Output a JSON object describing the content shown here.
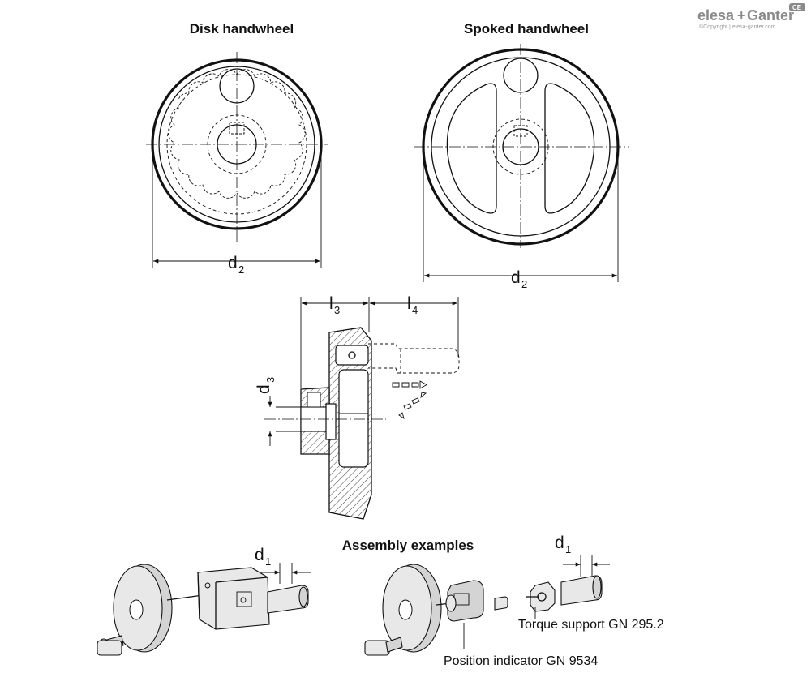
{
  "brand": {
    "logo_left": "elesa",
    "logo_plus": "+",
    "logo_right": "Ganter",
    "copyright": "©Copyright | elesa-ganter.com",
    "badge": "CE"
  },
  "views": {
    "disk": {
      "title": "Disk handwheel",
      "dim_main": "d",
      "dim_sub": "2"
    },
    "spoked": {
      "title": "Spoked handwheel",
      "dim_main": "d",
      "dim_sub": "2"
    }
  },
  "section": {
    "l3_main": "l",
    "l3_sub": "3",
    "l4_main": "l",
    "l4_sub": "4",
    "d3_main": "d",
    "d3_sub": "3"
  },
  "assembly": {
    "title": "Assembly examples",
    "left_dim_main": "d",
    "left_dim_sub": "1",
    "right_dim_main": "d",
    "right_dim_sub": "1",
    "torque_label": "Torque support GN 295.2",
    "indicator_label": "Position indicator GN 9534"
  }
}
